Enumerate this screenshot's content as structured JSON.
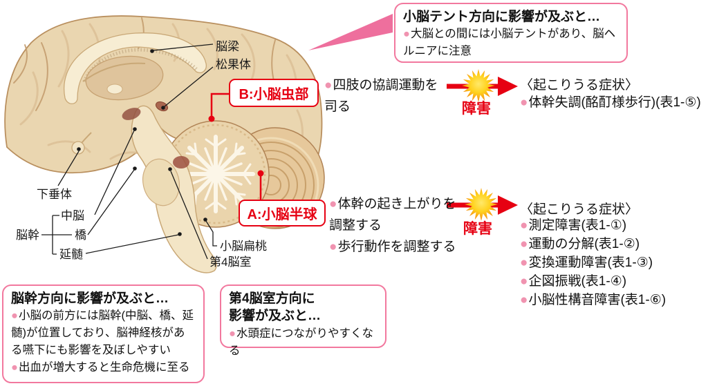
{
  "icons": {
    "bullet": "●",
    "starburst": "starburst-icon",
    "arrow": "red-arrow-right"
  },
  "colors": {
    "red_accent": "#e60012",
    "pink_border": "#f2789e",
    "pink_bullet": "#f093b0",
    "pink_wedge": "#ee6f9d",
    "star_orange": "#f2780c",
    "star_yellow": "#ffd21e",
    "brain_beige": "#ead6b0"
  },
  "anatomy": {
    "corpus_callosum": "脳梁",
    "pineal_body": "松果体",
    "pituitary": "下垂体",
    "brainstem": "脳幹",
    "midbrain": "中脳",
    "pons": "橋",
    "medulla": "延髄",
    "cerebellar_tonsil": "小脳扁桃",
    "fourth_ventricle": "第4脳室"
  },
  "callouts": {
    "b": {
      "label": "B:小脳虫部",
      "functions": [
        "四肢の協調運動を司る"
      ]
    },
    "a": {
      "label": "A:小脳半球",
      "functions": [
        "体幹の起き上がりを調整する",
        "歩行動作を調整する"
      ]
    }
  },
  "disorder_label": "障害",
  "symptoms_header": "〈起こりうる症状〉",
  "b_symptoms": [
    "体幹失調(酩酊様歩行)(表1-⑤)"
  ],
  "a_symptoms": [
    "測定障害(表1-①)",
    "運動の分解(表1-②)",
    "変換運動障害(表1-③)",
    "企図振戦(表1-④)",
    "小脳性構音障害(表1-⑥)"
  ],
  "boxes": {
    "tentorium": {
      "title": "小脳テント方向に影響が及ぶと…",
      "bullets": [
        "大脳との間には小脳テントがあり、脳ヘルニアに注意"
      ]
    },
    "brainstem": {
      "title": "脳幹方向に影響が及ぶと…",
      "bullets": [
        "小脳の前方には脳幹(中脳、橋、延髄)が位置しており、脳神経核がある嚥下にも影響を及ぼしやすい",
        "出血が増大すると生命危機に至る"
      ]
    },
    "fourth_ventricle": {
      "title": "第4脳室方向に\n影響が及ぶと…",
      "bullets": [
        "水頭症につながりやすくなる"
      ]
    }
  }
}
